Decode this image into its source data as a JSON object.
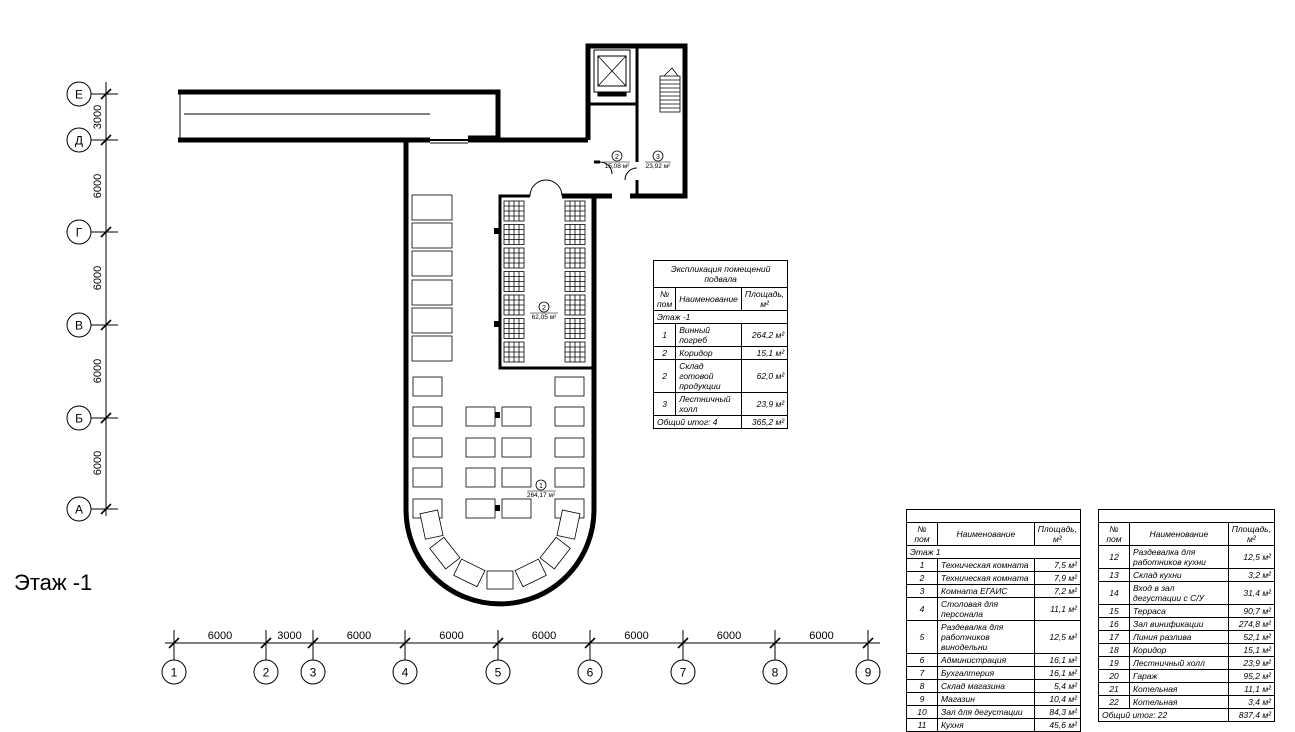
{
  "floor_title": "Этаж -1",
  "grid": {
    "rows": [
      "Е",
      "Д",
      "Г",
      "В",
      "Б",
      "А"
    ],
    "row_dims": [
      "3000",
      "6000",
      "6000",
      "6000",
      "6000"
    ],
    "cols": [
      "1",
      "2",
      "3",
      "4",
      "5",
      "6",
      "7",
      "8",
      "9"
    ],
    "col_dims": [
      "6000",
      "3000",
      "6000",
      "6000",
      "6000",
      "6000",
      "6000",
      "6000"
    ]
  },
  "room_tags": [
    {
      "num": "1",
      "area": "264,17 м²"
    },
    {
      "num": "2",
      "area": "62,05 м²"
    },
    {
      "num": "2",
      "area": "15,08 м²"
    },
    {
      "num": "3",
      "area": "23,92 м²"
    }
  ],
  "basement_table": {
    "title": "Экспликация помещений подвала",
    "headers": [
      "№ пом",
      "Наименование",
      "Площадь, м²"
    ],
    "section": "Этаж -1",
    "rows": [
      {
        "num": "1",
        "name": "Винный погреб",
        "area": "264,2 м²"
      },
      {
        "num": "2",
        "name": "Коридор",
        "area": "15,1 м²"
      },
      {
        "num": "2",
        "name": "Склад готовой продукции",
        "area": "62,0 м²"
      },
      {
        "num": "3",
        "name": "Лестничный холл",
        "area": "23,9 м²"
      }
    ],
    "total": "Общий итог: 4",
    "total_area": "365,2 м²"
  },
  "table_left": {
    "headers": [
      "№ пом",
      "Наименование",
      "Площадь, м²"
    ],
    "section": "Этаж 1",
    "rows": [
      {
        "num": "1",
        "name": "Техническая комната",
        "area": "7,5 м²"
      },
      {
        "num": "2",
        "name": "Техническая комната",
        "area": "7,9 м²"
      },
      {
        "num": "3",
        "name": "Комната ЕГАИС",
        "area": "7,2 м²"
      },
      {
        "num": "4",
        "name": "Столовая для персонала",
        "area": "11,1 м²"
      },
      {
        "num": "5",
        "name": "Раздевалка для работников винодельни",
        "area": "12,5 м²"
      },
      {
        "num": "6",
        "name": "Администрация",
        "area": "16,1 м²"
      },
      {
        "num": "7",
        "name": "Бухгалтерия",
        "area": "16,1 м²"
      },
      {
        "num": "8",
        "name": "Склад магазина",
        "area": "5,4 м²"
      },
      {
        "num": "9",
        "name": "Магазин",
        "area": "10,4 м²"
      },
      {
        "num": "10",
        "name": "Зал для дегустации",
        "area": "84,3 м²"
      },
      {
        "num": "11",
        "name": "Кухня",
        "area": "45,6 м²"
      }
    ]
  },
  "table_right": {
    "headers": [
      "№ пом",
      "Наименование",
      "Площадь, м²"
    ],
    "rows": [
      {
        "num": "12",
        "name": "Раздевалка для работников кухни",
        "area": "12,5 м²"
      },
      {
        "num": "13",
        "name": "Склад кухни",
        "area": "3,2 м²"
      },
      {
        "num": "14",
        "name": "Вход в зал дегустации с С/У",
        "area": "31,4 м²"
      },
      {
        "num": "15",
        "name": "Терраса",
        "area": "90,7 м²"
      },
      {
        "num": "16",
        "name": "Зал винификации",
        "area": "274,8 м²"
      },
      {
        "num": "17",
        "name": "Линия разлива",
        "area": "52,1 м²"
      },
      {
        "num": "18",
        "name": "Коридор",
        "area": "15,1 м²"
      },
      {
        "num": "19",
        "name": "Лестничный холл",
        "area": "23,9 м²"
      },
      {
        "num": "20",
        "name": "Гараж",
        "area": "95,2 м²"
      },
      {
        "num": "21",
        "name": "Котельная",
        "area": "11,1 м²"
      },
      {
        "num": "22",
        "name": "Котельная",
        "area": "3,4 м²"
      }
    ],
    "total": "Общий итог: 22",
    "total_area": "837,4 м²"
  }
}
